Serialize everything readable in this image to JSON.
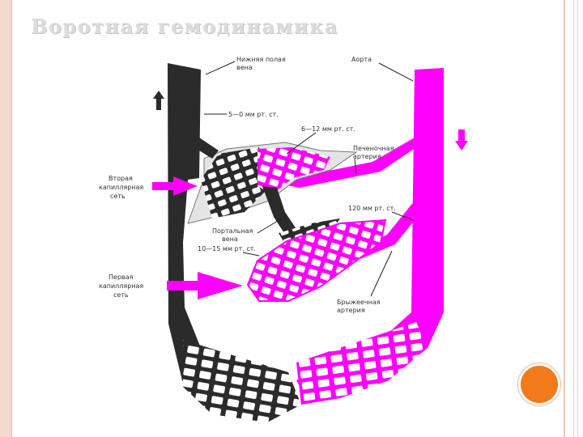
{
  "slide": {
    "title": "Воротная гемодинамика",
    "colors": {
      "vein": "#2b2b2b",
      "artery": "#ff00ff",
      "accent": "#f27a1a",
      "frame": "#f5d9cd"
    }
  },
  "diagram": {
    "labels": {
      "ivc_line1": "Нижняя полая",
      "ivc_line2": "вена",
      "aorta": "Аорта",
      "pressure_ivc": "5—0 мм рт. ст.",
      "pressure_liver": "6—12 мм рт. ст.",
      "hepatic_artery_line1": "Печеночная",
      "hepatic_artery_line2": "артерия",
      "second_net_line1": "Вторая",
      "second_net_line2": "капиллярная",
      "second_net_line3": "сеть",
      "pressure_artery": "120 мм рт. ст.",
      "portal_line1": "Портальная",
      "portal_line2": "вена",
      "pressure_portal": "10—15 мм рт. ст.",
      "first_net_line1": "Первая",
      "first_net_line2": "капиллярная",
      "first_net_line3": "сеть",
      "mesenteric_line1": "Брыжеечная",
      "mesenteric_line2": "артерия"
    },
    "icons": [
      "arrow-up-icon",
      "arrow-down-icon"
    ]
  }
}
